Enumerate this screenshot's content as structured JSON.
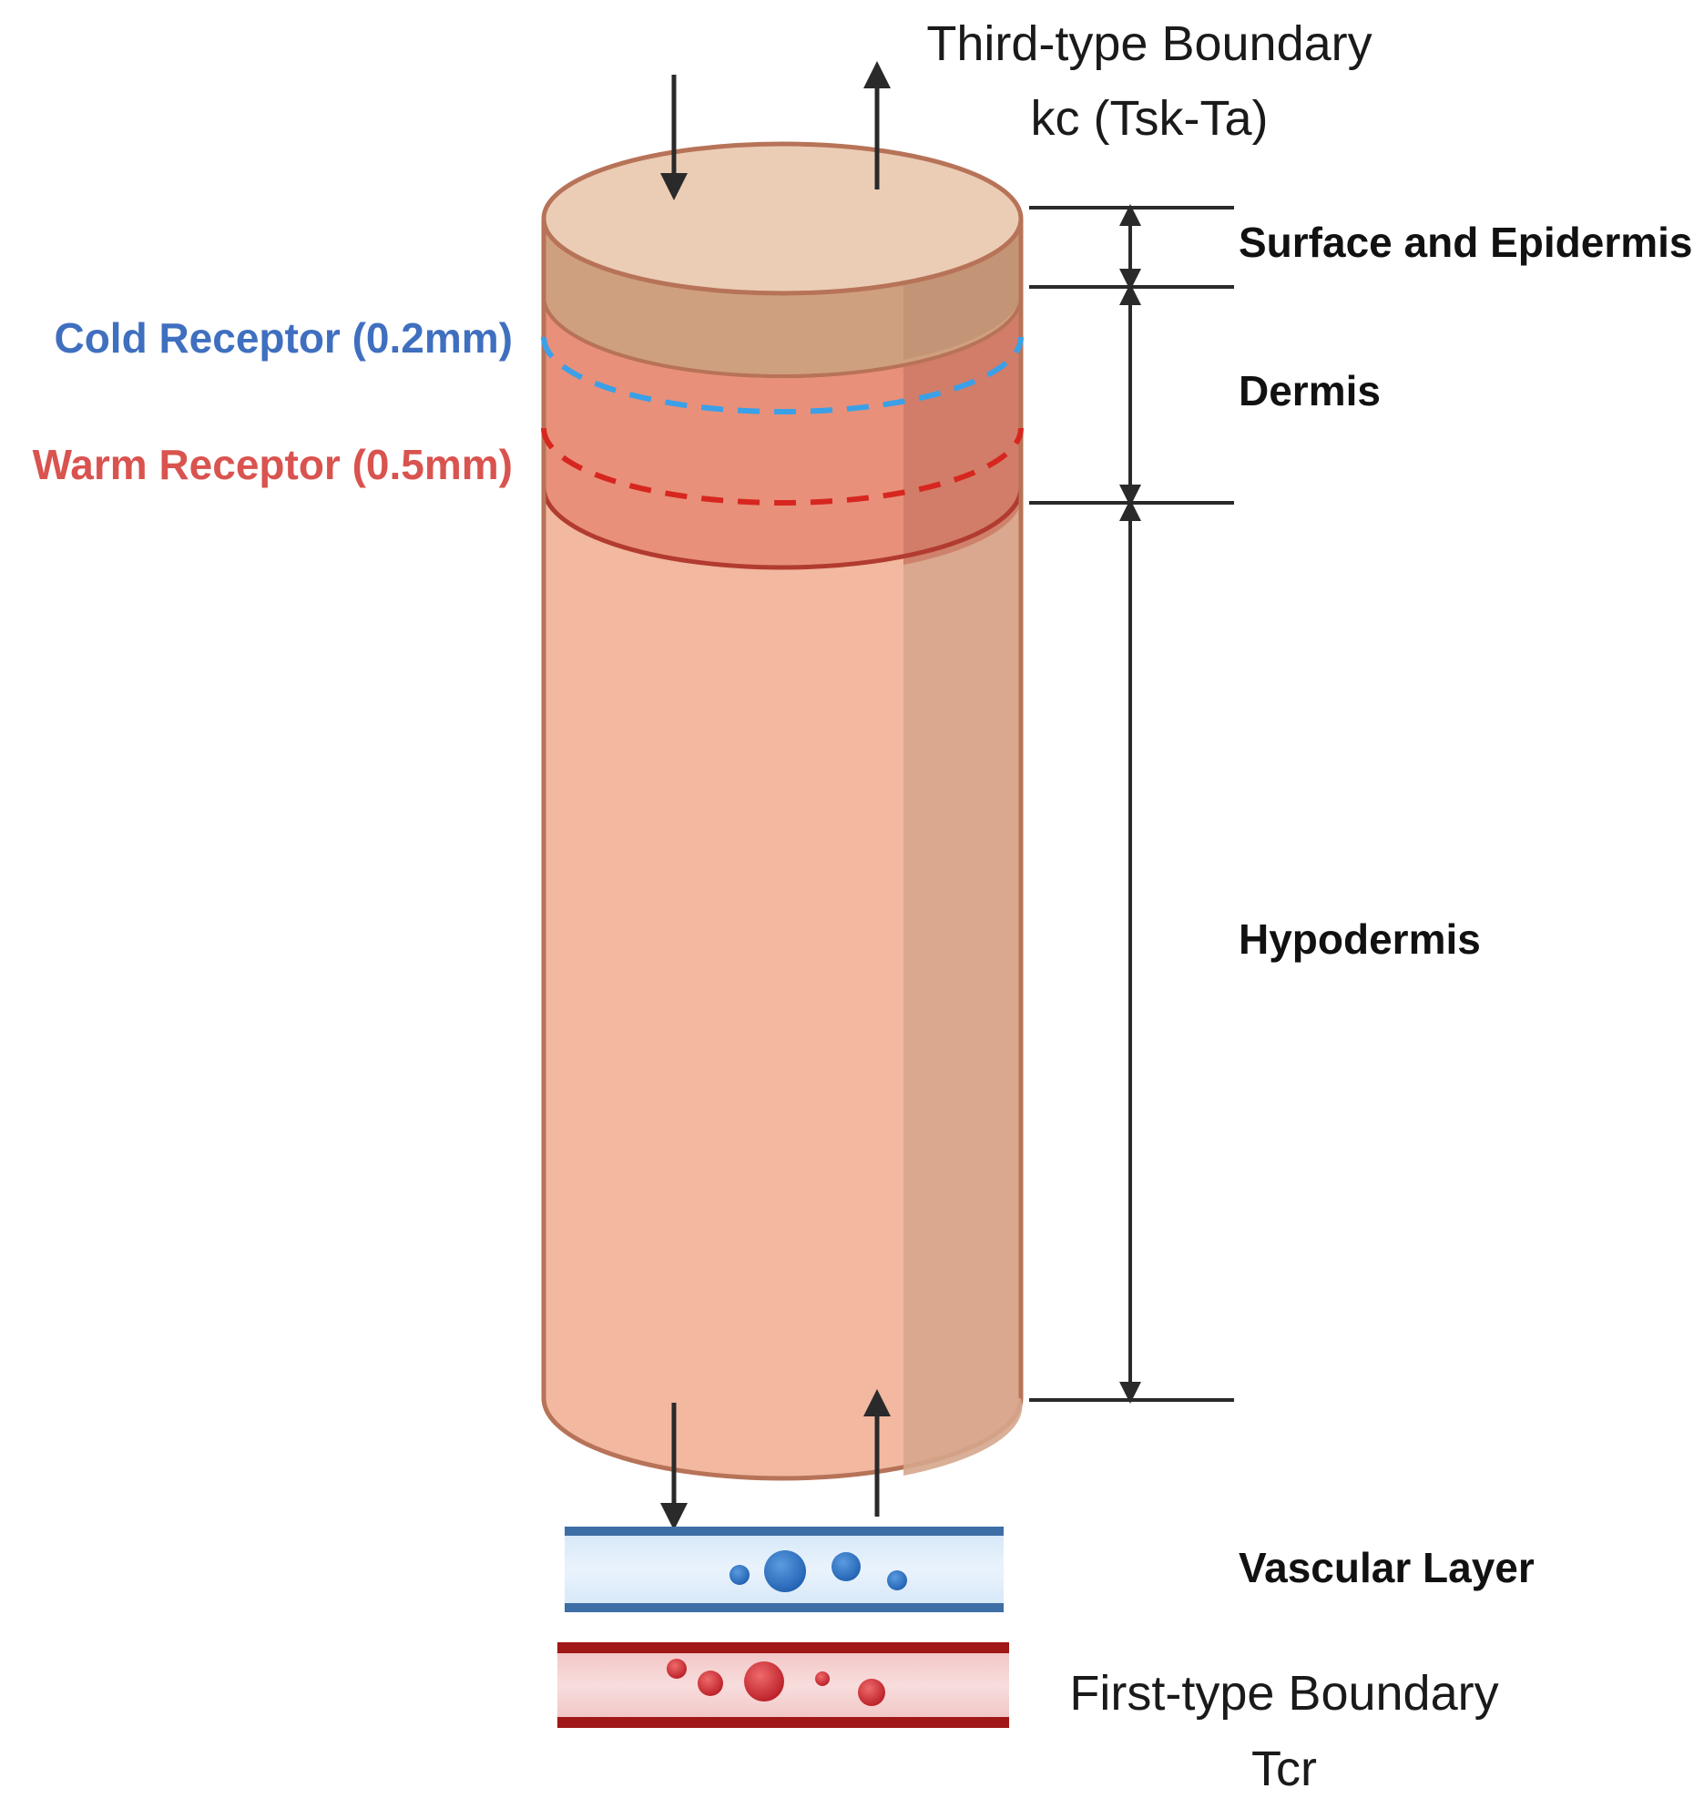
{
  "labels": {
    "third_type_boundary": "Third-type Boundary",
    "third_type_formula": "kc (Tsk-Ta)",
    "surface_epidermis": "Surface and Epidermis",
    "dermis": "Dermis",
    "hypodermis": "Hypodermis",
    "cold_receptor": "Cold Receptor (0.2mm)",
    "warm_receptor": "Warm Receptor (0.5mm)",
    "vascular_layer": "Vascular Layer",
    "first_type_boundary": "First-type Boundary",
    "first_type_value": "Tcr"
  },
  "colors": {
    "cold_receptor": "#3f6fbf",
    "warm_receptor": "#d9534f",
    "cold_dash": "#3aa0e8",
    "warm_dash": "#d7261f",
    "epidermis": "#cfa080",
    "top_cap": "#ebcdb5",
    "dermis": "#e8907a",
    "hypodermis": "#f2b8a0",
    "vein": "#3e6ea6",
    "artery": "#a01818"
  }
}
